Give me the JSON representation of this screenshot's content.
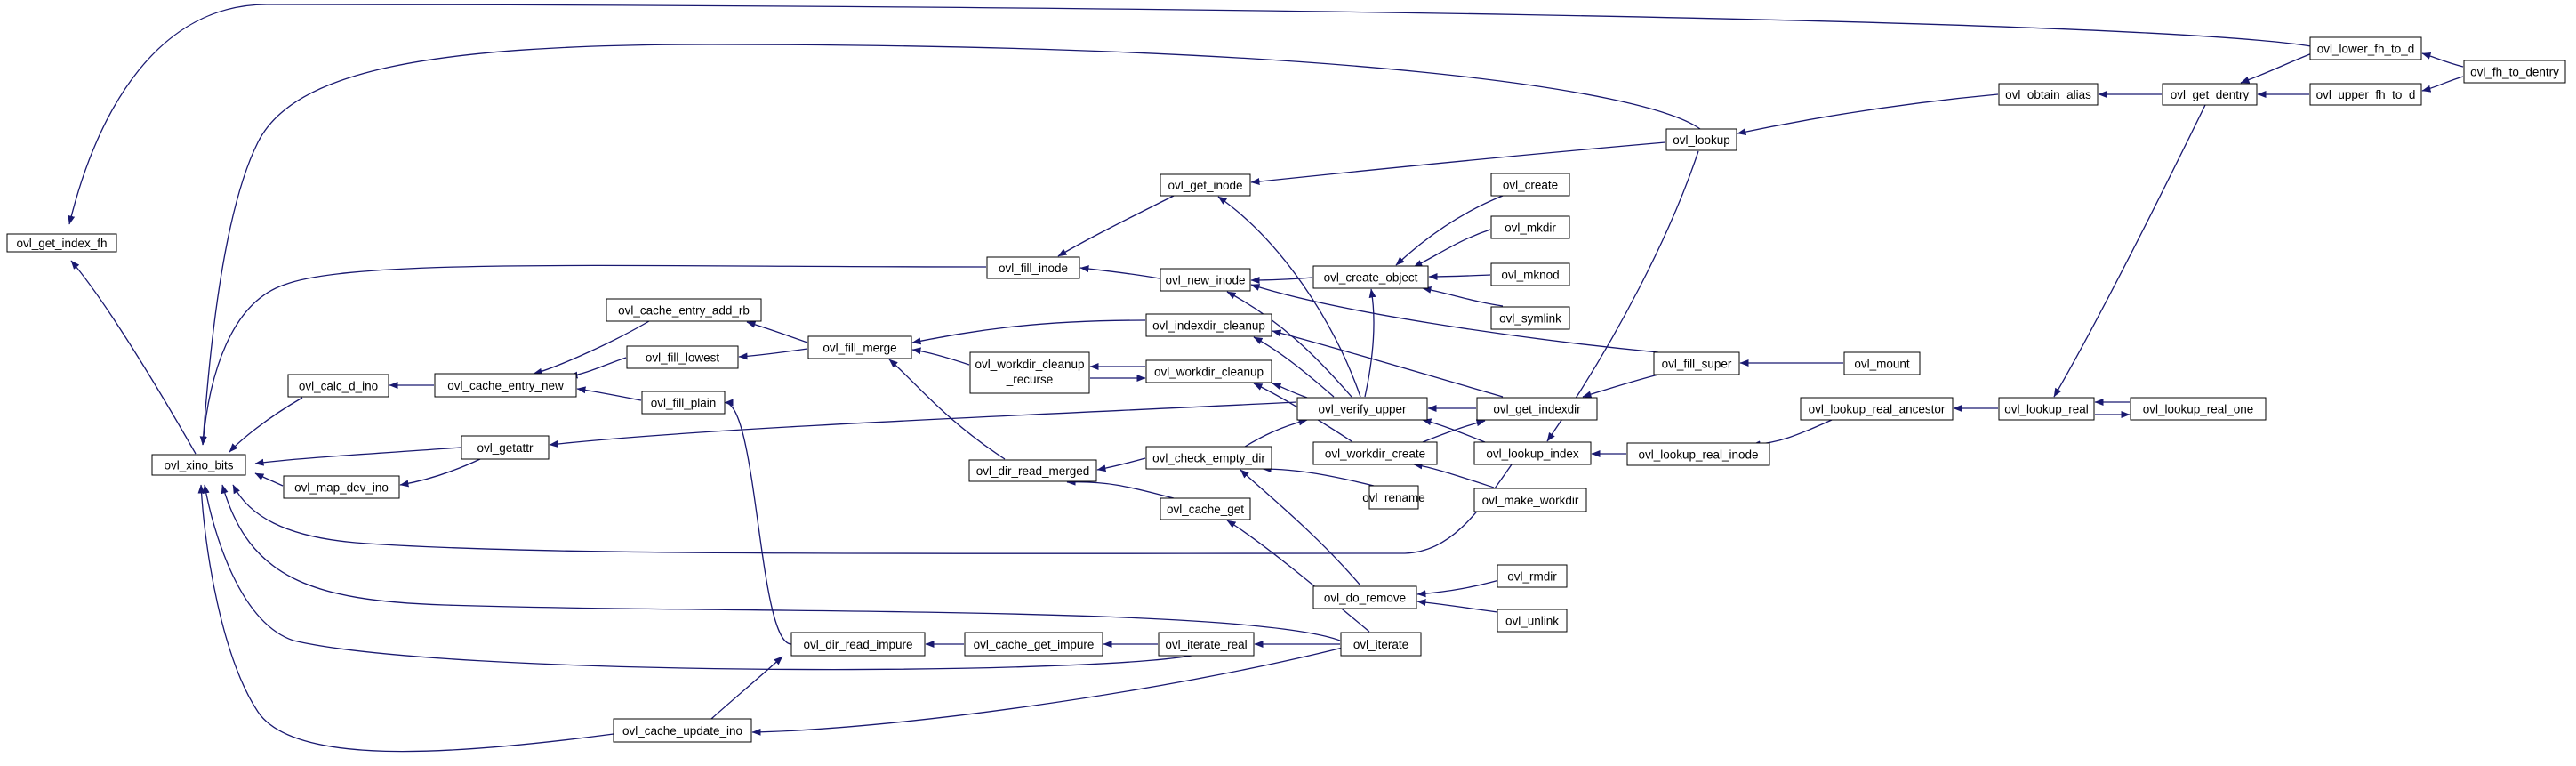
{
  "graph": {
    "root": "ovl_get_index_fh",
    "colors": {
      "edge": "#191970",
      "node_border": "#000000",
      "root_fill": "#bfbfbf",
      "truncated_border": "#ff0000"
    },
    "nodes": [
      {
        "id": "get_index_fh",
        "label": "ovl_get_index_fh",
        "style": "root"
      },
      {
        "id": "xino_bits",
        "label": "ovl_xino_bits"
      },
      {
        "id": "calc_d_ino",
        "label": "ovl_calc_d_ino"
      },
      {
        "id": "map_dev_ino",
        "label": "ovl_map_dev_ino"
      },
      {
        "id": "cache_entry_add_rb",
        "label": "ovl_cache_entry_add_rb"
      },
      {
        "id": "cache_entry_new",
        "label": "ovl_cache_entry_new"
      },
      {
        "id": "fill_lowest",
        "label": "ovl_fill_lowest"
      },
      {
        "id": "fill_plain",
        "label": "ovl_fill_plain"
      },
      {
        "id": "getattr",
        "label": "ovl_getattr"
      },
      {
        "id": "fill_merge",
        "label": "ovl_fill_merge"
      },
      {
        "id": "workdir_cleanup_recurse",
        "label": "ovl_workdir_cleanup_recurse",
        "lines": [
          "ovl_workdir_cleanup",
          "_recurse"
        ]
      },
      {
        "id": "dir_read_merged",
        "label": "ovl_dir_read_merged"
      },
      {
        "id": "dir_read_impure",
        "label": "ovl_dir_read_impure"
      },
      {
        "id": "cache_get_impure",
        "label": "ovl_cache_get_impure"
      },
      {
        "id": "cache_update_ino",
        "label": "ovl_cache_update_ino"
      },
      {
        "id": "fill_inode",
        "label": "ovl_fill_inode"
      },
      {
        "id": "get_inode",
        "label": "ovl_get_inode"
      },
      {
        "id": "new_inode",
        "label": "ovl_new_inode"
      },
      {
        "id": "indexdir_cleanup",
        "label": "ovl_indexdir_cleanup"
      },
      {
        "id": "workdir_cleanup",
        "label": "ovl_workdir_cleanup"
      },
      {
        "id": "verify_upper",
        "label": "ovl_verify_upper"
      },
      {
        "id": "check_empty_dir",
        "label": "ovl_check_empty_dir"
      },
      {
        "id": "cache_get",
        "label": "ovl_cache_get"
      },
      {
        "id": "iterate_real",
        "label": "ovl_iterate_real"
      },
      {
        "id": "iterate",
        "label": "ovl_iterate"
      },
      {
        "id": "do_remove",
        "label": "ovl_do_remove"
      },
      {
        "id": "rename",
        "label": "ovl_rename"
      },
      {
        "id": "create_object",
        "label": "ovl_create_object"
      },
      {
        "id": "create",
        "label": "ovl_create"
      },
      {
        "id": "mkdir",
        "label": "ovl_mkdir"
      },
      {
        "id": "mknod",
        "label": "ovl_mknod"
      },
      {
        "id": "symlink",
        "label": "ovl_symlink"
      },
      {
        "id": "workdir_create",
        "label": "ovl_workdir_create"
      },
      {
        "id": "get_indexdir",
        "label": "ovl_get_indexdir"
      },
      {
        "id": "lookup_index",
        "label": "ovl_lookup_index"
      },
      {
        "id": "make_workdir",
        "label": "ovl_make_workdir",
        "style": "truncated"
      },
      {
        "id": "rmdir",
        "label": "ovl_rmdir"
      },
      {
        "id": "unlink",
        "label": "ovl_unlink"
      },
      {
        "id": "lookup",
        "label": "ovl_lookup"
      },
      {
        "id": "fill_super",
        "label": "ovl_fill_super"
      },
      {
        "id": "mount",
        "label": "ovl_mount"
      },
      {
        "id": "lookup_real_inode",
        "label": "ovl_lookup_real_inode"
      },
      {
        "id": "lookup_real_ancestor",
        "label": "ovl_lookup_real_ancestor"
      },
      {
        "id": "lookup_real",
        "label": "ovl_lookup_real"
      },
      {
        "id": "lookup_real_one",
        "label": "ovl_lookup_real_one"
      },
      {
        "id": "obtain_alias",
        "label": "ovl_obtain_alias"
      },
      {
        "id": "get_dentry",
        "label": "ovl_get_dentry"
      },
      {
        "id": "lower_fh_to_d",
        "label": "ovl_lower_fh_to_d"
      },
      {
        "id": "upper_fh_to_d",
        "label": "ovl_upper_fh_to_d"
      },
      {
        "id": "fh_to_dentry",
        "label": "ovl_fh_to_dentry"
      }
    ],
    "edges": [
      [
        "xino_bits",
        "get_index_fh"
      ],
      [
        "lower_fh_to_d",
        "get_index_fh"
      ],
      [
        "calc_d_ino",
        "xino_bits"
      ],
      [
        "map_dev_ino",
        "xino_bits"
      ],
      [
        "fill_inode",
        "xino_bits"
      ],
      [
        "lookup",
        "xino_bits"
      ],
      [
        "getattr",
        "xino_bits"
      ],
      [
        "lookup_index",
        "xino_bits"
      ],
      [
        "iterate",
        "xino_bits"
      ],
      [
        "iterate_real",
        "xino_bits"
      ],
      [
        "cache_update_ino",
        "xino_bits"
      ],
      [
        "cache_entry_new",
        "calc_d_ino"
      ],
      [
        "getattr",
        "map_dev_ino"
      ],
      [
        "cache_entry_add_rb",
        "cache_entry_new"
      ],
      [
        "fill_lowest",
        "cache_entry_new"
      ],
      [
        "fill_plain",
        "cache_entry_new"
      ],
      [
        "fill_merge",
        "cache_entry_add_rb"
      ],
      [
        "fill_merge",
        "fill_lowest"
      ],
      [
        "dir_read_impure",
        "fill_plain"
      ],
      [
        "verify_upper",
        "getattr"
      ],
      [
        "indexdir_cleanup",
        "fill_merge"
      ],
      [
        "workdir_cleanup_recurse",
        "fill_merge"
      ],
      [
        "dir_read_merged",
        "fill_merge"
      ],
      [
        "workdir_cleanup",
        "workdir_cleanup_recurse"
      ],
      [
        "workdir_cleanup_recurse",
        "workdir_cleanup"
      ],
      [
        "check_empty_dir",
        "dir_read_merged"
      ],
      [
        "cache_get",
        "dir_read_merged"
      ],
      [
        "cache_get_impure",
        "dir_read_impure"
      ],
      [
        "cache_update_ino",
        "dir_read_impure"
      ],
      [
        "iterate_real",
        "cache_get_impure"
      ],
      [
        "iterate",
        "cache_update_ino"
      ],
      [
        "new_inode",
        "fill_inode"
      ],
      [
        "get_inode",
        "fill_inode"
      ],
      [
        "lookup",
        "get_inode"
      ],
      [
        "verify_upper",
        "get_inode"
      ],
      [
        "create_object",
        "new_inode"
      ],
      [
        "fill_super",
        "new_inode"
      ],
      [
        "verify_upper",
        "new_inode"
      ],
      [
        "get_indexdir",
        "indexdir_cleanup"
      ],
      [
        "verify_upper",
        "indexdir_cleanup"
      ],
      [
        "verify_upper",
        "workdir_cleanup"
      ],
      [
        "workdir_create",
        "workdir_cleanup"
      ],
      [
        "get_indexdir",
        "verify_upper"
      ],
      [
        "lookup_index",
        "verify_upper"
      ],
      [
        "check_empty_dir",
        "verify_upper"
      ],
      [
        "rename",
        "check_empty_dir"
      ],
      [
        "do_remove",
        "check_empty_dir"
      ],
      [
        "iterate",
        "cache_get"
      ],
      [
        "iterate",
        "iterate_real"
      ],
      [
        "rmdir",
        "do_remove"
      ],
      [
        "unlink",
        "do_remove"
      ],
      [
        "create",
        "create_object"
      ],
      [
        "mkdir",
        "create_object"
      ],
      [
        "mknod",
        "create_object"
      ],
      [
        "symlink",
        "create_object"
      ],
      [
        "verify_upper",
        "create_object"
      ],
      [
        "make_workdir",
        "workdir_create"
      ],
      [
        "workdir_create",
        "get_indexdir"
      ],
      [
        "fill_super",
        "get_indexdir"
      ],
      [
        "lookup_real_inode",
        "lookup_index"
      ],
      [
        "lookup",
        "lookup_index"
      ],
      [
        "mount",
        "fill_super"
      ],
      [
        "lookup_real_ancestor",
        "lookup_real_inode"
      ],
      [
        "lookup_real",
        "lookup_real_ancestor"
      ],
      [
        "lookup_real_one",
        "lookup_real"
      ],
      [
        "lookup_real",
        "lookup_real_one"
      ],
      [
        "obtain_alias",
        "lookup"
      ],
      [
        "get_dentry",
        "obtain_alias"
      ],
      [
        "get_dentry",
        "lookup_real"
      ],
      [
        "lower_fh_to_d",
        "get_dentry"
      ],
      [
        "upper_fh_to_d",
        "get_dentry"
      ],
      [
        "fh_to_dentry",
        "lower_fh_to_d"
      ],
      [
        "fh_to_dentry",
        "upper_fh_to_d"
      ]
    ]
  }
}
